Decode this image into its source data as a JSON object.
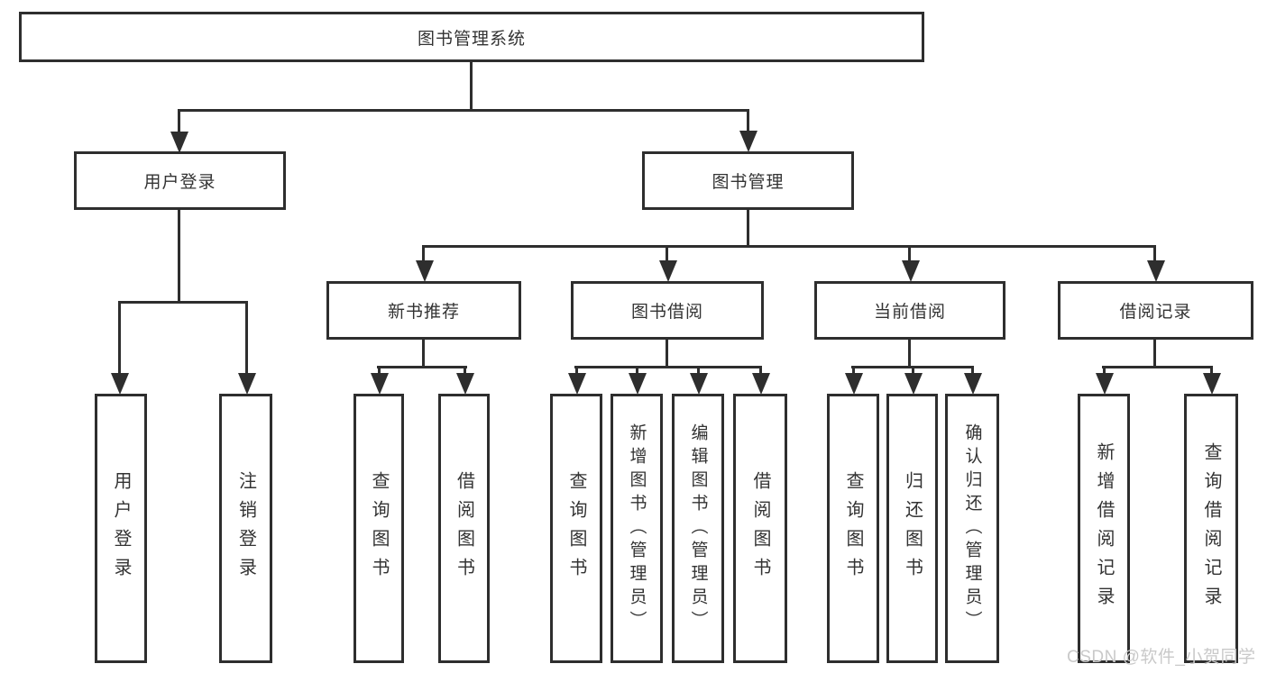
{
  "diagram": {
    "root": {
      "label": "图书管理系统"
    },
    "branches": [
      {
        "label": "用户登录",
        "children": [
          {
            "label": "用户登录"
          },
          {
            "label": "注销登录"
          }
        ]
      },
      {
        "label": "图书管理",
        "children": [
          {
            "label": "新书推荐",
            "children": [
              {
                "label": "查询图书"
              },
              {
                "label": "借阅图书"
              }
            ]
          },
          {
            "label": "图书借阅",
            "children": [
              {
                "label": "查询图书"
              },
              {
                "label": "新增图书（管理员）"
              },
              {
                "label": "编辑图书（管理员）"
              },
              {
                "label": "借阅图书"
              }
            ]
          },
          {
            "label": "当前借阅",
            "children": [
              {
                "label": "查询图书"
              },
              {
                "label": "归还图书"
              },
              {
                "label": "确认归还（管理员）"
              }
            ]
          },
          {
            "label": "借阅记录",
            "children": [
              {
                "label": "新增借阅记录"
              },
              {
                "label": "查询借阅记录"
              }
            ]
          }
        ]
      }
    ]
  },
  "watermark": "CSDN @软件_小贺同学",
  "colors": {
    "line": "#2e2e2e",
    "text": "#333333",
    "watermark": "#c9c9c9",
    "background": "#ffffff"
  }
}
